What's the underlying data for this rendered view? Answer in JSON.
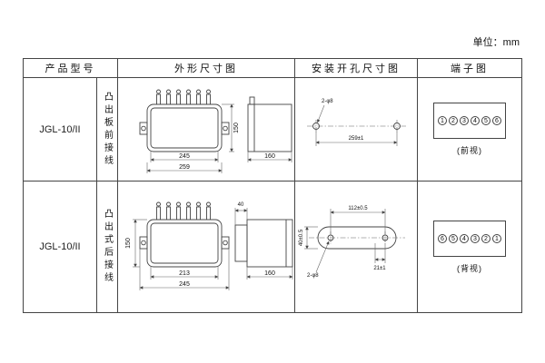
{
  "unit_label": "单位：mm",
  "table": {
    "headers": [
      "产品型号",
      "外形尺寸图",
      "安装开孔尺寸图",
      "端子图"
    ],
    "rows": [
      {
        "model": "JGL-10/II",
        "wiring": "凸出板前接线",
        "outline": {
          "inner_width": "245",
          "outer_width": "259",
          "height": "150",
          "side_depth": "160"
        },
        "mounting": {
          "hole_label": "2-φ8",
          "span": "259±1"
        },
        "terminals": [
          "1",
          "2",
          "3",
          "4",
          "5",
          "6"
        ],
        "view": "(前视)"
      },
      {
        "model": "JGL-10/II",
        "wiring": "凸出式后接线",
        "outline": {
          "inner_width": "213",
          "outer_width": "245",
          "height": "150",
          "side_depth": "160",
          "stud_depth": "40"
        },
        "mounting": {
          "hole_label": "2-φ8",
          "span_h": "112±0.5",
          "span_v": "40±0.5",
          "offset": "21±1"
        },
        "terminals": [
          "6",
          "5",
          "4",
          "3",
          "2",
          "1"
        ],
        "view": "(背视)"
      }
    ]
  }
}
